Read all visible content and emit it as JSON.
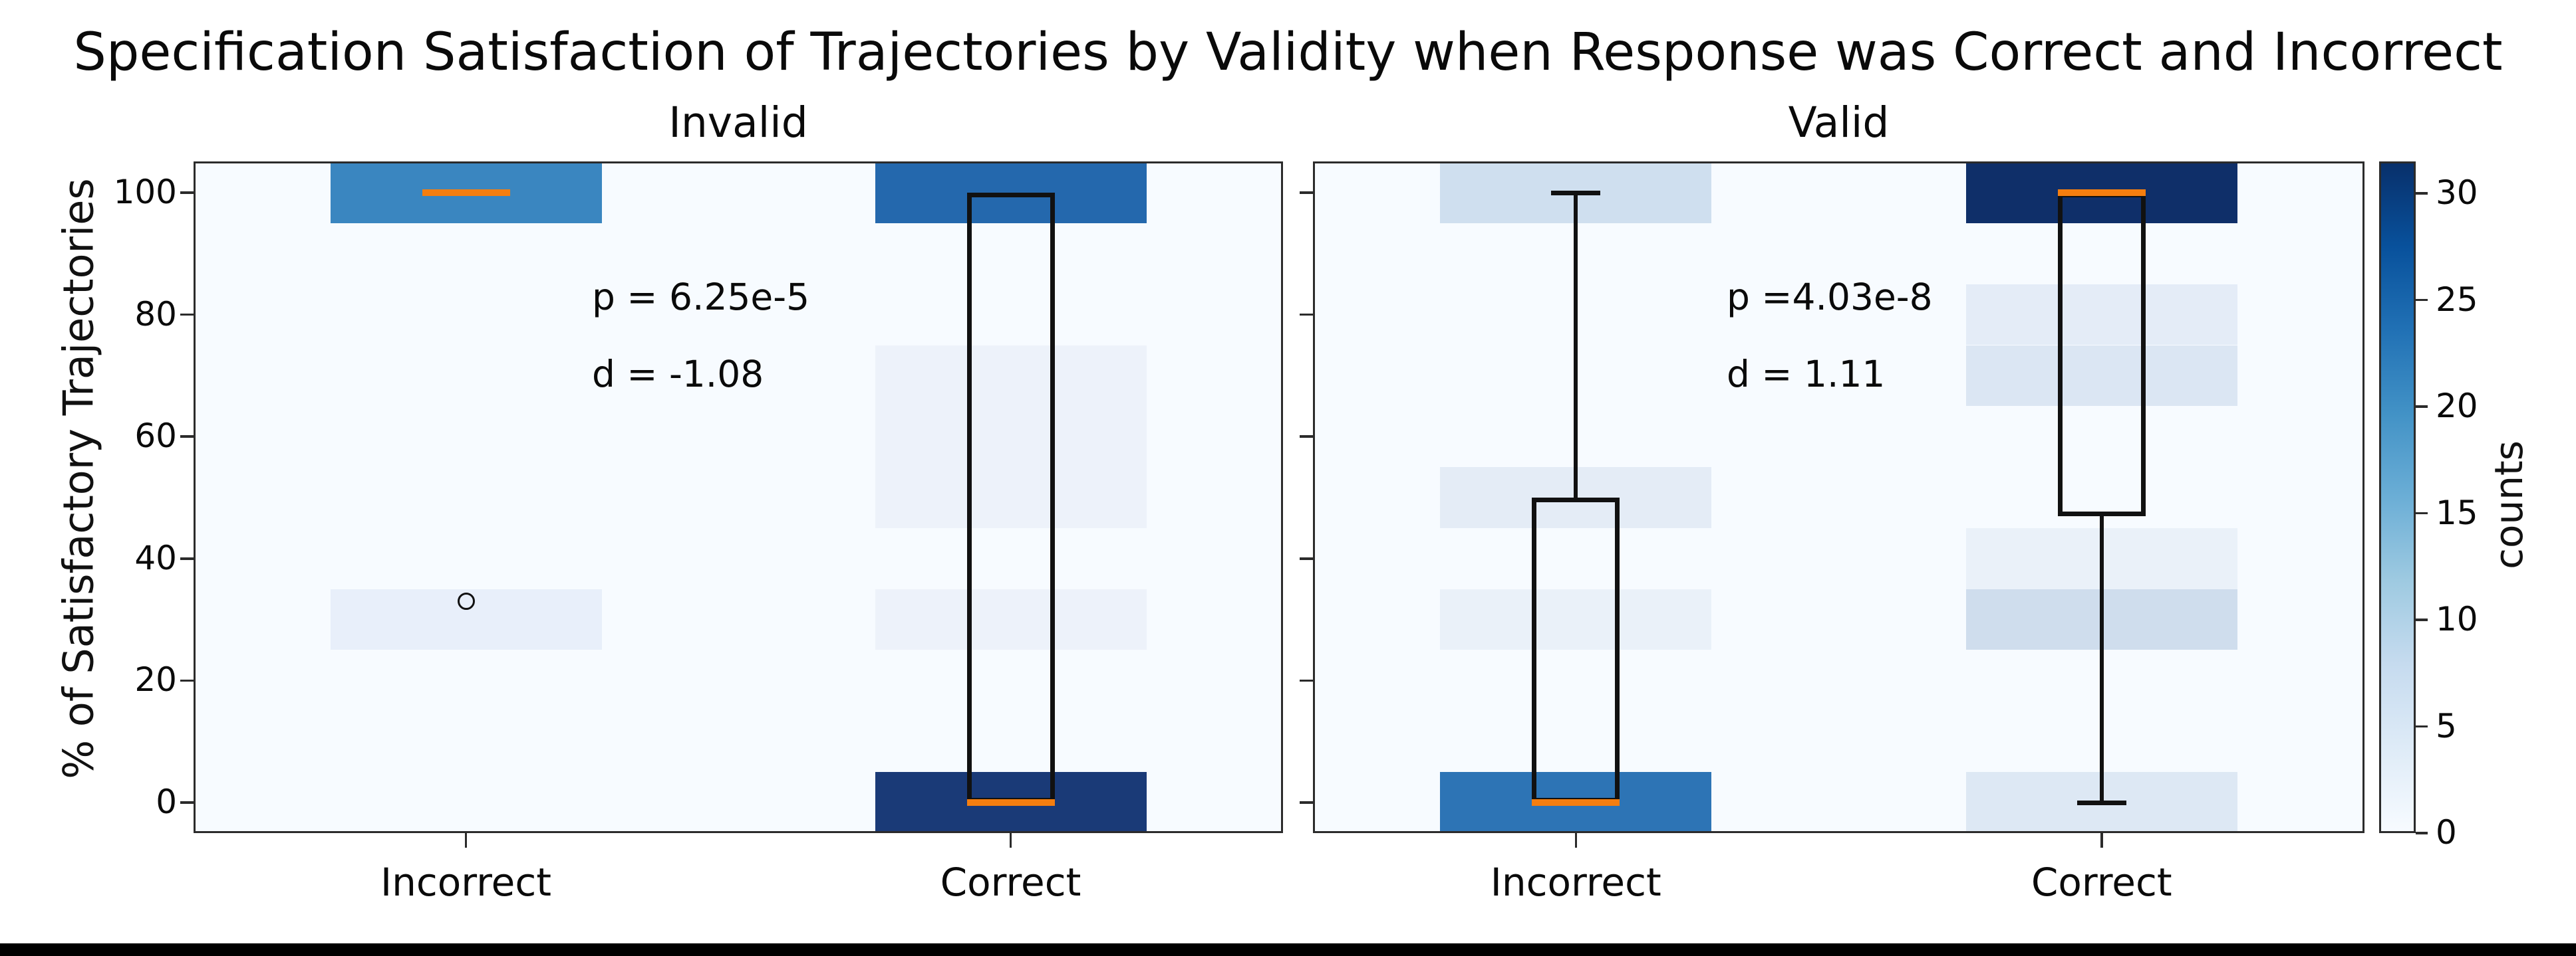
{
  "page": {
    "background": "#ffffff",
    "bottom_bar_color": "#000000"
  },
  "chart_data": {
    "type": "box+heatmap",
    "title": "Specification Satisfaction of Trajectories by Validity when Response was Correct and Incorrect",
    "ylabel": "% of Satisfactory Trajectories",
    "ylim": [
      -5,
      105
    ],
    "yticks": [
      0,
      20,
      40,
      60,
      80,
      100
    ],
    "categories": [
      "Incorrect",
      "Correct"
    ],
    "grid": false,
    "legend_position": "none",
    "median_color": "#f57e0f",
    "box_line_color": "#111111",
    "background_count_color": "#f7fbff",
    "subplots": [
      {
        "title": "Invalid",
        "annotation": {
          "p_label": "p = 6.25e-5",
          "d_label": "d = -1.08"
        },
        "columns": [
          {
            "category": "Incorrect",
            "heat_bins": [
              {
                "center": 100,
                "count": 20,
                "color": "#3a86c0"
              },
              {
                "center": 30,
                "count": 2,
                "color": "#e8effa"
              }
            ],
            "box": {
              "whisker_low": 100,
              "q1": 100,
              "median": 100,
              "q3": 100,
              "whisker_high": 100,
              "outliers": [
                33
              ]
            }
          },
          {
            "category": "Correct",
            "heat_bins": [
              {
                "center": 100,
                "count": 22,
                "color": "#2468ad"
              },
              {
                "center": 70,
                "count": 1,
                "color": "#edf2fa"
              },
              {
                "center": 60,
                "count": 1,
                "color": "#edf2fa"
              },
              {
                "center": 50,
                "count": 1,
                "color": "#edf2fa"
              },
              {
                "center": 30,
                "count": 2,
                "color": "#edf2fa"
              },
              {
                "center": 0,
                "count": 28,
                "color": "#1a3a77"
              }
            ],
            "box": {
              "whisker_low": 0,
              "q1": 0,
              "median": 0,
              "q3": 100,
              "whisker_high": 100,
              "outliers": []
            }
          }
        ]
      },
      {
        "title": "Valid",
        "annotation": {
          "p_label": "p =4.03e-8",
          "d_label": "d = 1.11"
        },
        "columns": [
          {
            "category": "Incorrect",
            "heat_bins": [
              {
                "center": 100,
                "count": 5,
                "color": "#cfdfef"
              },
              {
                "center": 50,
                "count": 3,
                "color": "#e4ecf6"
              },
              {
                "center": 30,
                "count": 2,
                "color": "#eaf1f9"
              },
              {
                "center": 0,
                "count": 21,
                "color": "#2d74b5"
              }
            ],
            "box": {
              "whisker_low": 0,
              "q1": 0,
              "median": 0,
              "q3": 50,
              "whisker_high": 100,
              "outliers": []
            }
          },
          {
            "category": "Correct",
            "heat_bins": [
              {
                "center": 100,
                "count": 30,
                "color": "#0f2f69"
              },
              {
                "center": 80,
                "count": 2,
                "color": "#e4ecf7"
              },
              {
                "center": 70,
                "count": 3,
                "color": "#dbe6f3"
              },
              {
                "center": 40,
                "count": 2,
                "color": "#eaf1f9"
              },
              {
                "center": 30,
                "count": 6,
                "color": "#cfdded"
              },
              {
                "center": 0,
                "count": 4,
                "color": "#dde8f4"
              }
            ],
            "box": {
              "whisker_low": 0,
              "q1": 47,
              "median": 100,
              "q3": 100,
              "whisker_high": 100,
              "outliers": []
            }
          }
        ]
      }
    ],
    "colorbar": {
      "label": "counts",
      "ticks": [
        0,
        5,
        10,
        15,
        20,
        25,
        30
      ],
      "vmin": 0,
      "vmax": 31.5,
      "gradient": [
        "#f7fbff",
        "#deebf7",
        "#c6dbef",
        "#9ecae1",
        "#6baed6",
        "#4292c6",
        "#2171b5",
        "#08519c",
        "#08306b"
      ]
    }
  }
}
